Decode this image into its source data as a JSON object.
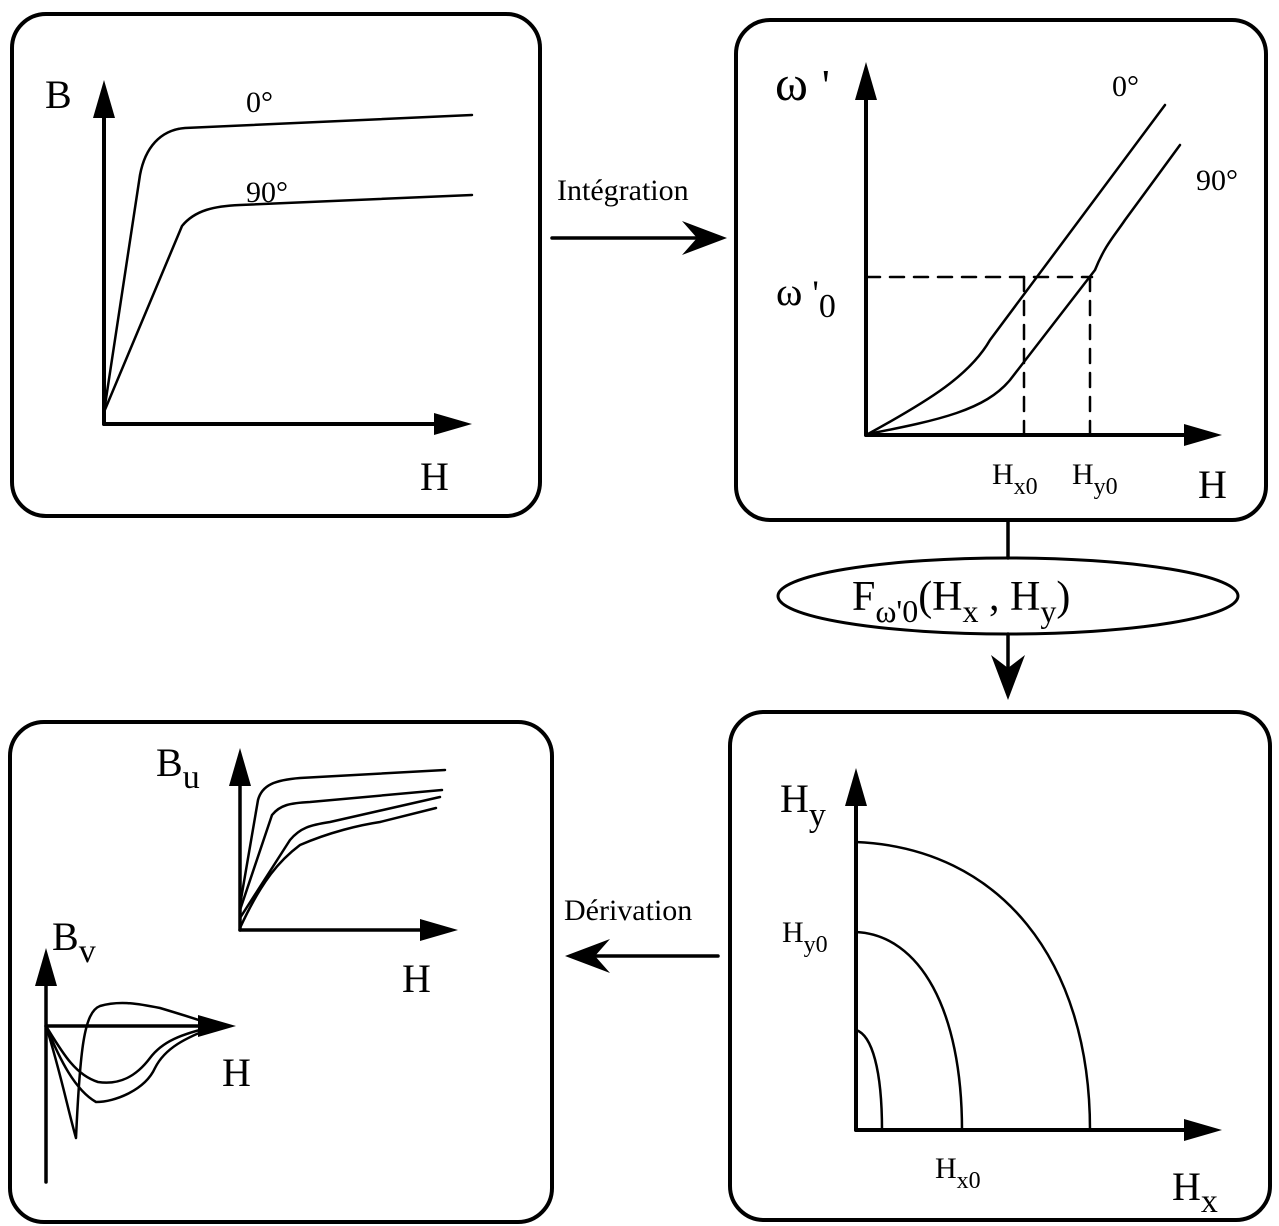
{
  "panels": {
    "bh_curves": {
      "y_label": "B",
      "x_label": "H",
      "curve_0_label": "0°",
      "curve_90_label": "90°"
    },
    "energy_curves": {
      "y_label_main": "ω",
      "y_label_prime": "'",
      "level_main": "ω",
      "level_prime": "'",
      "level_sub": "0",
      "curve_0_label": "0°",
      "curve_90_label": "90°",
      "hx0_main": "H",
      "hx0_sub": "x0",
      "hy0_main": "H",
      "hy0_sub": "y0",
      "x_label": "H"
    },
    "hx_hy_plane": {
      "y_main": "H",
      "y_sub": "y",
      "hy0_main": "H",
      "hy0_sub": "y0",
      "hx0_main": "H",
      "hx0_sub": "x0",
      "x_main": "H",
      "x_sub": "x"
    },
    "bu_bv_curves": {
      "bu_main": "B",
      "bu_sub": "u",
      "bu_x_label": "H",
      "bv_main": "B",
      "bv_sub": "v",
      "bv_x_label": "H"
    }
  },
  "flow": {
    "integration_label": "Intégration",
    "derivation_label": "Dérivation",
    "function_main": "F",
    "function_sub": "ω'0",
    "function_args_open": "(H",
    "function_arg1_sub": "x",
    "function_args_mid": " , H",
    "function_arg2_sub": "y",
    "function_args_close": ")"
  }
}
